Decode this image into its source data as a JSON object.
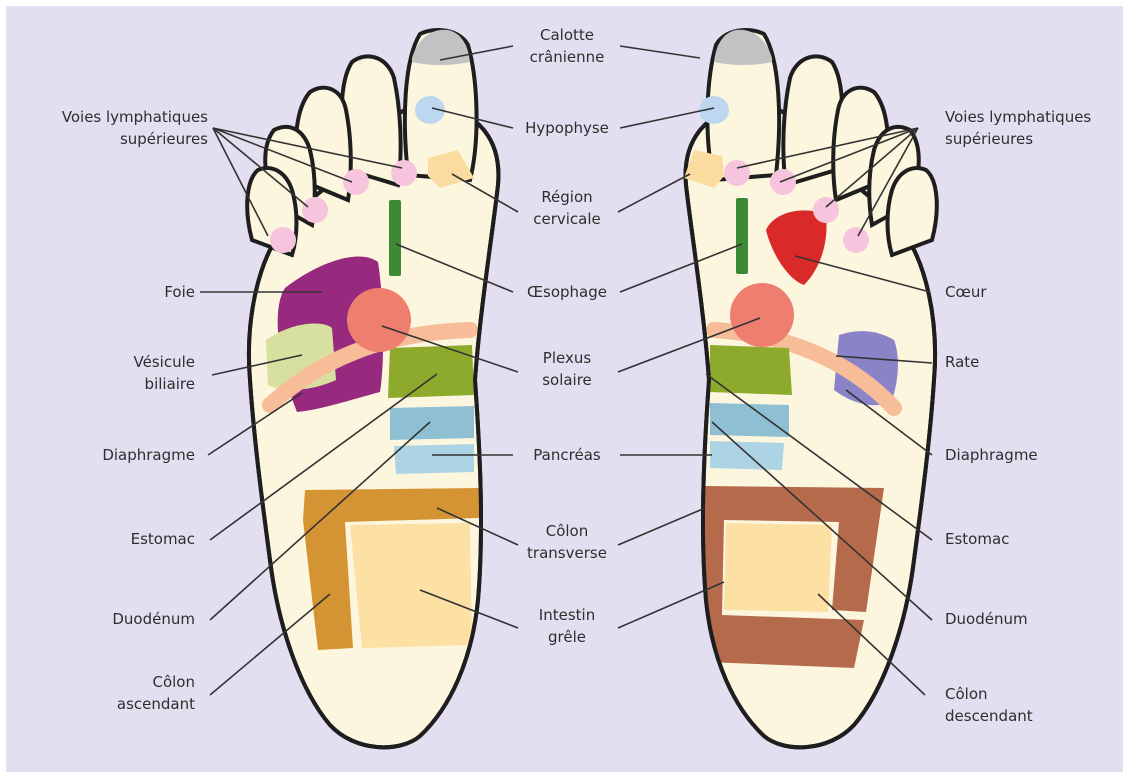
{
  "colors": {
    "background": "#e4dff0",
    "skin": "#fdf6df",
    "outline": "#1e1e1e",
    "leader": "#333333",
    "calotte": "#c2c2c2",
    "hypophyse": "#bcd7ef",
    "lymph": "#f6c4dc",
    "cervicale": "#fbdca0",
    "oesophage": "#3d8a35",
    "foie": "#97297f",
    "vesicule": "#d8e0a0",
    "diaphragme": "#f7bc98",
    "plexus": "#ee7e6e",
    "estomac": "#8eaa2c",
    "duodenum": "#8ebfd3",
    "pancreas": "#acd4e4",
    "colon_left": "#d59433",
    "colon_right": "#b56b4b",
    "intestin": "#fde0a3",
    "coeur": "#d92929",
    "rate": "#8a83c7"
  },
  "center_labels": {
    "calotte": "Calotte\ncrânienne",
    "hypophyse": "Hypophyse",
    "cervicale": "Région\ncervicale",
    "oesophage": "Œsophage",
    "plexus": "Plexus\nsolaire",
    "pancreas": "Pancréas",
    "colon_transverse": "Côlon\ntransverse",
    "intestin": "Intestin\ngrêle"
  },
  "left_labels": {
    "lymph": "Voies lymphatiques\nsupérieures",
    "foie": "Foie",
    "vesicule": "Vésicule\nbiliaire",
    "diaphragme": "Diaphragme",
    "estomac": "Estomac",
    "duodenum": "Duodénum",
    "colon_ascendant": "Côlon\nascendant"
  },
  "right_labels": {
    "lymph": "Voies lymphatiques\nsupérieures",
    "coeur": "Cœur",
    "rate": "Rate",
    "diaphragme": "Diaphragme",
    "estomac": "Estomac",
    "duodenum": "Duodénum",
    "colon_descendant": "Côlon\ndescendant"
  }
}
